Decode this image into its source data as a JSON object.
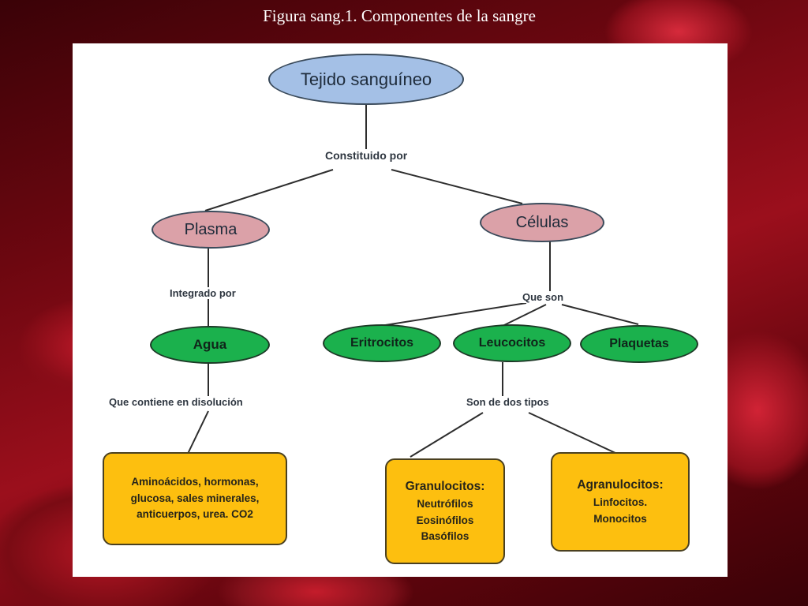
{
  "title": "Figura sang.1. Componentes de la sangre",
  "diagram": {
    "root": "Tejido sanguíneo",
    "root_link": "Constituido por",
    "plasma": {
      "label": "Plasma",
      "link": "Integrado por",
      "agua": "Agua",
      "agua_link": "Que contiene en disolución",
      "contents": [
        "Aminoácidos, hormonas,",
        "glucosa, sales minerales,",
        "anticuerpos, urea. CO2"
      ]
    },
    "celulas": {
      "label": "Células",
      "link": "Que son",
      "types": [
        "Eritrocitos",
        "Leucocitos",
        "Plaquetas"
      ],
      "leuco_link": "Son de dos tipos",
      "granulocitos": {
        "label": "Granulocitos:",
        "items": [
          "Neutrófilos",
          "Eosinófilos",
          "Basófilos"
        ]
      },
      "agranulocitos": {
        "label": "Agranulocitos:",
        "items": [
          "Linfocitos.",
          "Monocitos"
        ]
      }
    }
  },
  "colors": {
    "root_fill": "#a4c0e6",
    "level1_fill": "#dba1a8",
    "level2_fill": "#1bb14d",
    "leaf_fill": "#fdbf0f",
    "background": "#8a0d18"
  }
}
